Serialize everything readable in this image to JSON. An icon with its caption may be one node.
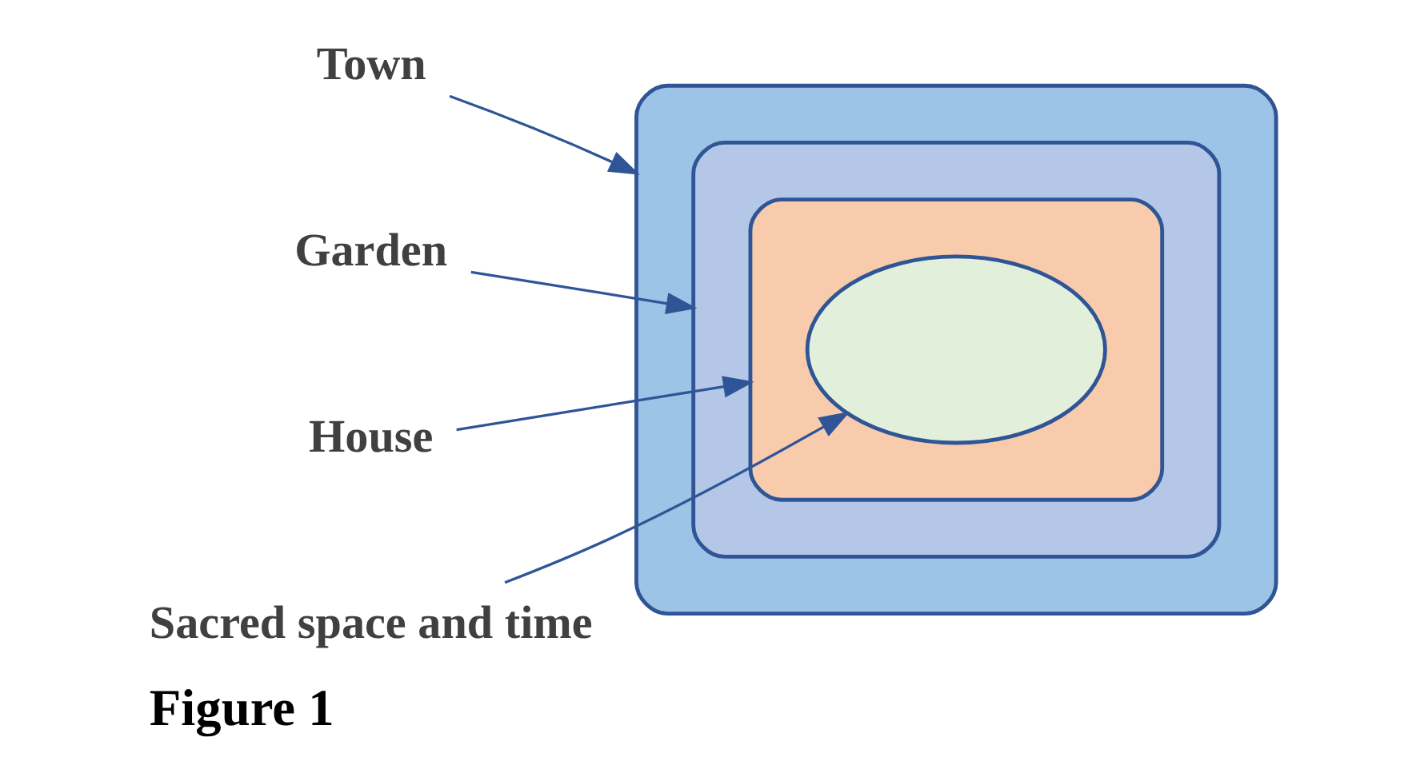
{
  "diagram": {
    "caption": "Figure 1",
    "nodes": [
      {
        "text": [
          "Town"
        ]
      },
      {
        "text": [
          "Garden"
        ]
      },
      {
        "text": [
          "House"
        ]
      },
      {
        "text": [
          "Sacred space and time"
        ]
      },
      {
        "text": [],
        "shape": "ellipse"
      },
      {
        "text": [],
        "shape": "ellipse",
        "in": 4
      },
      {
        "text": [],
        "shape": "ellipse",
        "in": 5
      },
      {
        "text": [],
        "shape": "ellipse",
        "in": 6
      }
    ],
    "edges": [
      {
        "from": 0,
        "to": 4,
        "arrow": "to"
      },
      {
        "from": 1,
        "to": 5,
        "arrow": "to"
      },
      {
        "from": 2,
        "to": 6,
        "arrow": "to"
      },
      {
        "from": 3,
        "to": 7,
        "arrow": "to"
      }
    ]
  }
}
